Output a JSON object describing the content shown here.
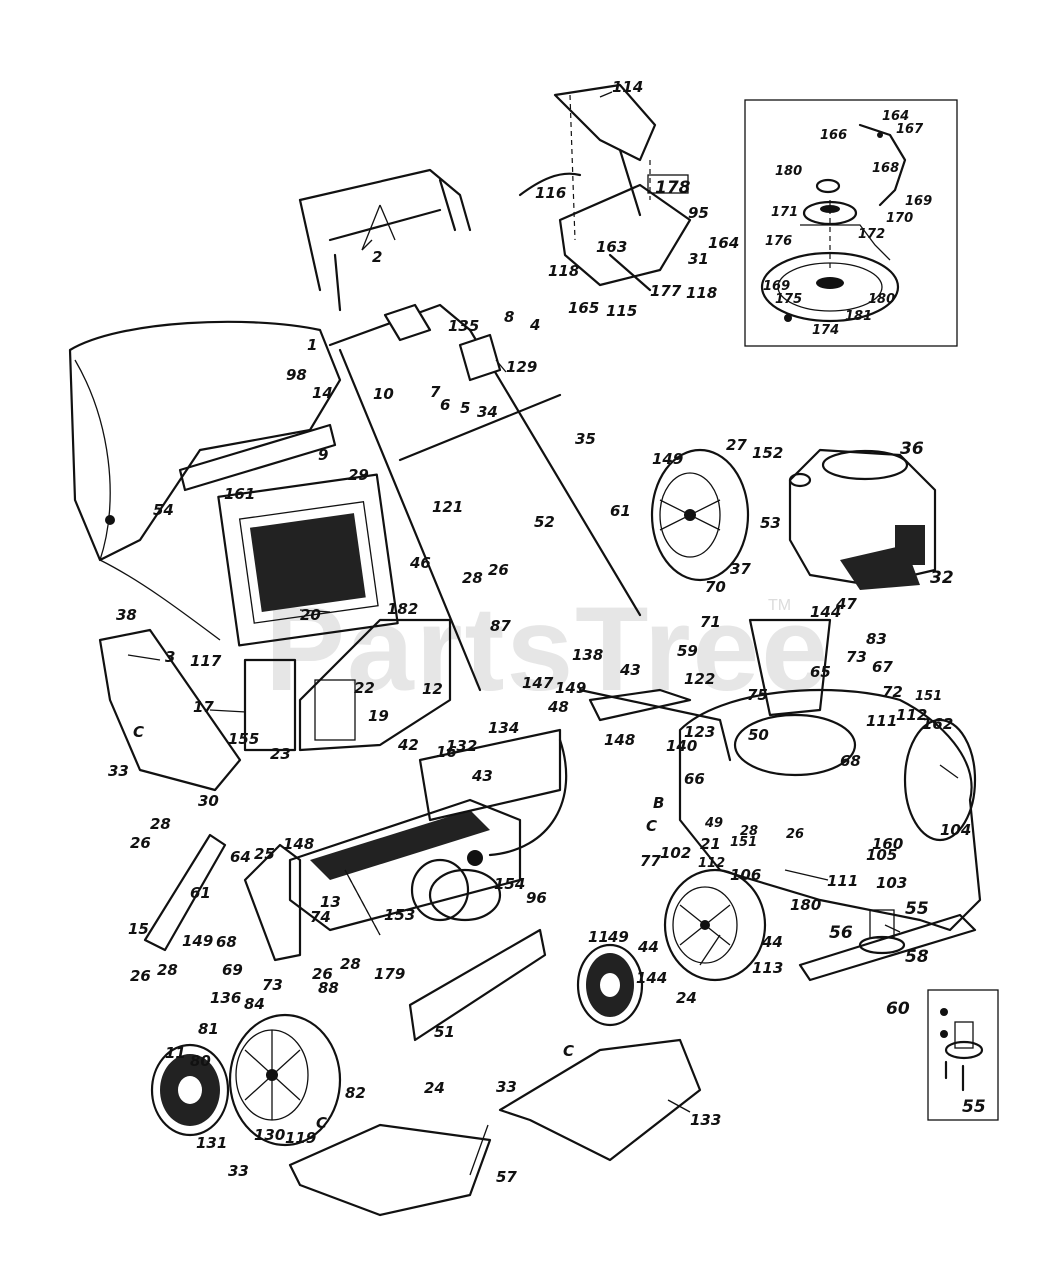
{
  "watermark": {
    "text": "PartsTree",
    "tm": "TM"
  },
  "labels": {
    "l114": "114",
    "l164a": "164",
    "l167": "167",
    "l166": "166",
    "l168": "168",
    "l180a": "180",
    "l169a": "169",
    "l171": "171",
    "l170": "170",
    "l172": "172",
    "l176": "176",
    "l169b": "169",
    "l175": "175",
    "l180b": "180",
    "l174": "174",
    "l181": "181",
    "l178": "178",
    "l116": "116",
    "l95": "95",
    "l164b": "164",
    "l163": "163",
    "l31": "31",
    "l118a": "118",
    "l118b": "118",
    "l165": "165",
    "l115": "115",
    "l177": "177",
    "l2": "2",
    "l1": "1",
    "l135": "135",
    "l8": "8",
    "l4": "4",
    "l129": "129",
    "l7": "7",
    "l6": "6",
    "l5": "5",
    "l34": "34",
    "l10": "10",
    "l14": "14",
    "l98": "98",
    "l9": "9",
    "l29": "29",
    "l121": "121",
    "l35": "35",
    "l52": "52",
    "l161": "161",
    "l54": "54",
    "l46": "46",
    "l38": "38",
    "l27": "27",
    "l152": "152",
    "l36": "36",
    "l149a": "149",
    "l61a": "61",
    "l53": "53",
    "l37": "37",
    "l32": "32",
    "l70": "70",
    "l47": "47",
    "l144a": "144",
    "l83": "83",
    "l71": "71",
    "l65": "65",
    "l73a": "73",
    "l67": "67",
    "l72": "72",
    "l151a": "151",
    "l111a": "111",
    "l112a": "112",
    "l162": "162",
    "l182": "182",
    "l28a": "28",
    "l26a": "26",
    "l87": "87",
    "l20": "20",
    "l3": "3",
    "l117": "117",
    "l22": "22",
    "l12": "12",
    "l19": "19",
    "l17": "17",
    "l155": "155",
    "l23": "23",
    "l16": "16",
    "lC1": "C",
    "l33a": "33",
    "l138": "138",
    "l43a": "43",
    "l59": "59",
    "l122": "122",
    "l147": "147",
    "l149b": "149",
    "l48": "48",
    "l123": "123",
    "l75": "75",
    "l134": "134",
    "l140": "140",
    "l50": "50",
    "l148a": "148",
    "l42": "42",
    "l132": "132",
    "l43b": "43",
    "l66": "66",
    "l68a": "68",
    "lB": "B",
    "l49a": "49",
    "l28b": "28",
    "l21": "21",
    "l26b": "26",
    "lC2": "C",
    "l77": "77",
    "l151b": "151",
    "l102": "102",
    "l112b": "112",
    "l111b": "111",
    "l105": "105",
    "l160": "160",
    "l103": "103",
    "l104": "104",
    "l30": "30",
    "l28c": "28",
    "l26c": "26",
    "l64": "64",
    "l25": "25",
    "l148b": "148",
    "l13": "13",
    "l74": "74",
    "l15": "15",
    "l61b": "61",
    "l149c": "149",
    "l68b": "68",
    "l26d": "26",
    "l28d": "28",
    "l69": "69",
    "l73b": "73",
    "l26e": "26",
    "l28e": "28",
    "l154": "154",
    "l153": "153",
    "l96": "96",
    "l179": "179",
    "l106": "106",
    "l180c": "180",
    "l55a": "55",
    "l56": "56",
    "l58": "58",
    "l60": "60",
    "l11a": "11",
    "l49b": "49",
    "l44a": "44",
    "l44b": "44",
    "l144b": "144",
    "l113": "113",
    "l24a": "24",
    "l88": "88",
    "l136": "136",
    "l84": "84",
    "l81": "81",
    "l80": "80",
    "l11b": "11",
    "l82": "82",
    "l131": "131",
    "l130": "130",
    "l119": "119",
    "l51": "51",
    "lC3": "C",
    "l33b": "33",
    "l24b": "24",
    "l133": "133",
    "lC4": "C",
    "l33c": "33",
    "l57": "57",
    "l55b": "55"
  }
}
